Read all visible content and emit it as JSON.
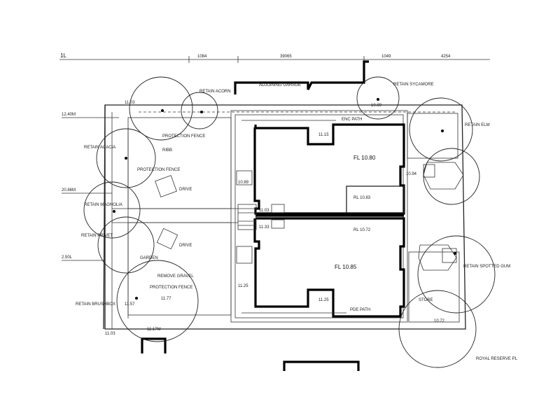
{
  "dimensions": {
    "top": [
      "1084",
      "39065",
      "1049",
      "4254"
    ],
    "left_margin": "1L",
    "row_a": "12.40M",
    "row_b": "20.86M",
    "row_c": "2.50L"
  },
  "spot_levels": {
    "nw_corner": "11.03",
    "ne_corner": "10.89",
    "sw_corner": "11.03",
    "s_boundary": "11.17M",
    "tree_sw": "11.57",
    "tree_sw_b": "11.77",
    "unit_a_side": "10.89",
    "unit_b_side": "11.25",
    "mid_step_a": "11.03",
    "mid_step_b": "11.33",
    "e_side": "10.94",
    "se_corner": "10.72"
  },
  "rooms": {
    "unit_a_fl": "FL 10.80",
    "unit_b_fl": "FL 10.85",
    "mid_a": "RL 10.83",
    "mid_b": "RL 10.72",
    "porch_a": "11.15",
    "porch_b": "11.25"
  },
  "notes": {
    "adjoining": "ADJOINING GARAGE",
    "entry_path": "ENC PATH",
    "entry_path_b": "PDE PATH",
    "protect_n": "PROTECTION FENCE",
    "protect_w": "PROTECTION FENCE",
    "protect_s": "PROTECTION FENCE",
    "tree_n": "RETAIN ACORN",
    "tree_w1": "RETAIN ACACIA",
    "tree_w2": "RETAIN MAGNOLIA",
    "tree_w3": "RETAIN PRIVET",
    "tree_sw": "RETAIN BRUSHBOX",
    "tree_ne": "RETAIN SYCAMORE",
    "tree_e": "RETAIN ELM",
    "tree_se": "RETAIN SPOTTED GUM",
    "drive": "DRIVE",
    "drive_b": "DRIVE",
    "site_a": "RIBB",
    "site_b": "REMOVE GRAVEL",
    "garden_a": "GARDEN",
    "store": "STORE",
    "footnote": "ROYAL RESERVE PL"
  }
}
